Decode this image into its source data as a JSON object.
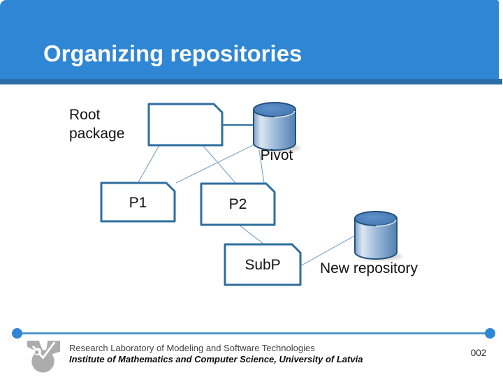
{
  "slide": {
    "title": "Organizing repositories",
    "page_number": "002"
  },
  "diagram": {
    "labels": {
      "root_package": "Root package",
      "pivot": "Pivot",
      "new_repository": "New repository"
    },
    "nodes": {
      "p1": "P1",
      "p2": "P2",
      "subp": "SubP"
    }
  },
  "footer": {
    "line1": "Research Laboratory of Modeling and Software Technologies",
    "line2": "Institute of Mathematics and Computer Science, University of Latvia"
  },
  "icons": {
    "logo": "owl-logo",
    "repository": "database-cylinder"
  },
  "colors": {
    "header_bg": "#2E86D5",
    "header_strip": "#2C6FA8",
    "box_border": "#2E6E9E",
    "connector_thin": "#7FA6C8",
    "connector_thick": "#2E6E9E",
    "cylinder_top": "#4A7EBB",
    "cylinder_outline": "#24527E",
    "footer_line": "#4E97CE",
    "accent_dot": "#2E86D5",
    "logo_gray": "#ACACAC",
    "text": "#121212"
  }
}
